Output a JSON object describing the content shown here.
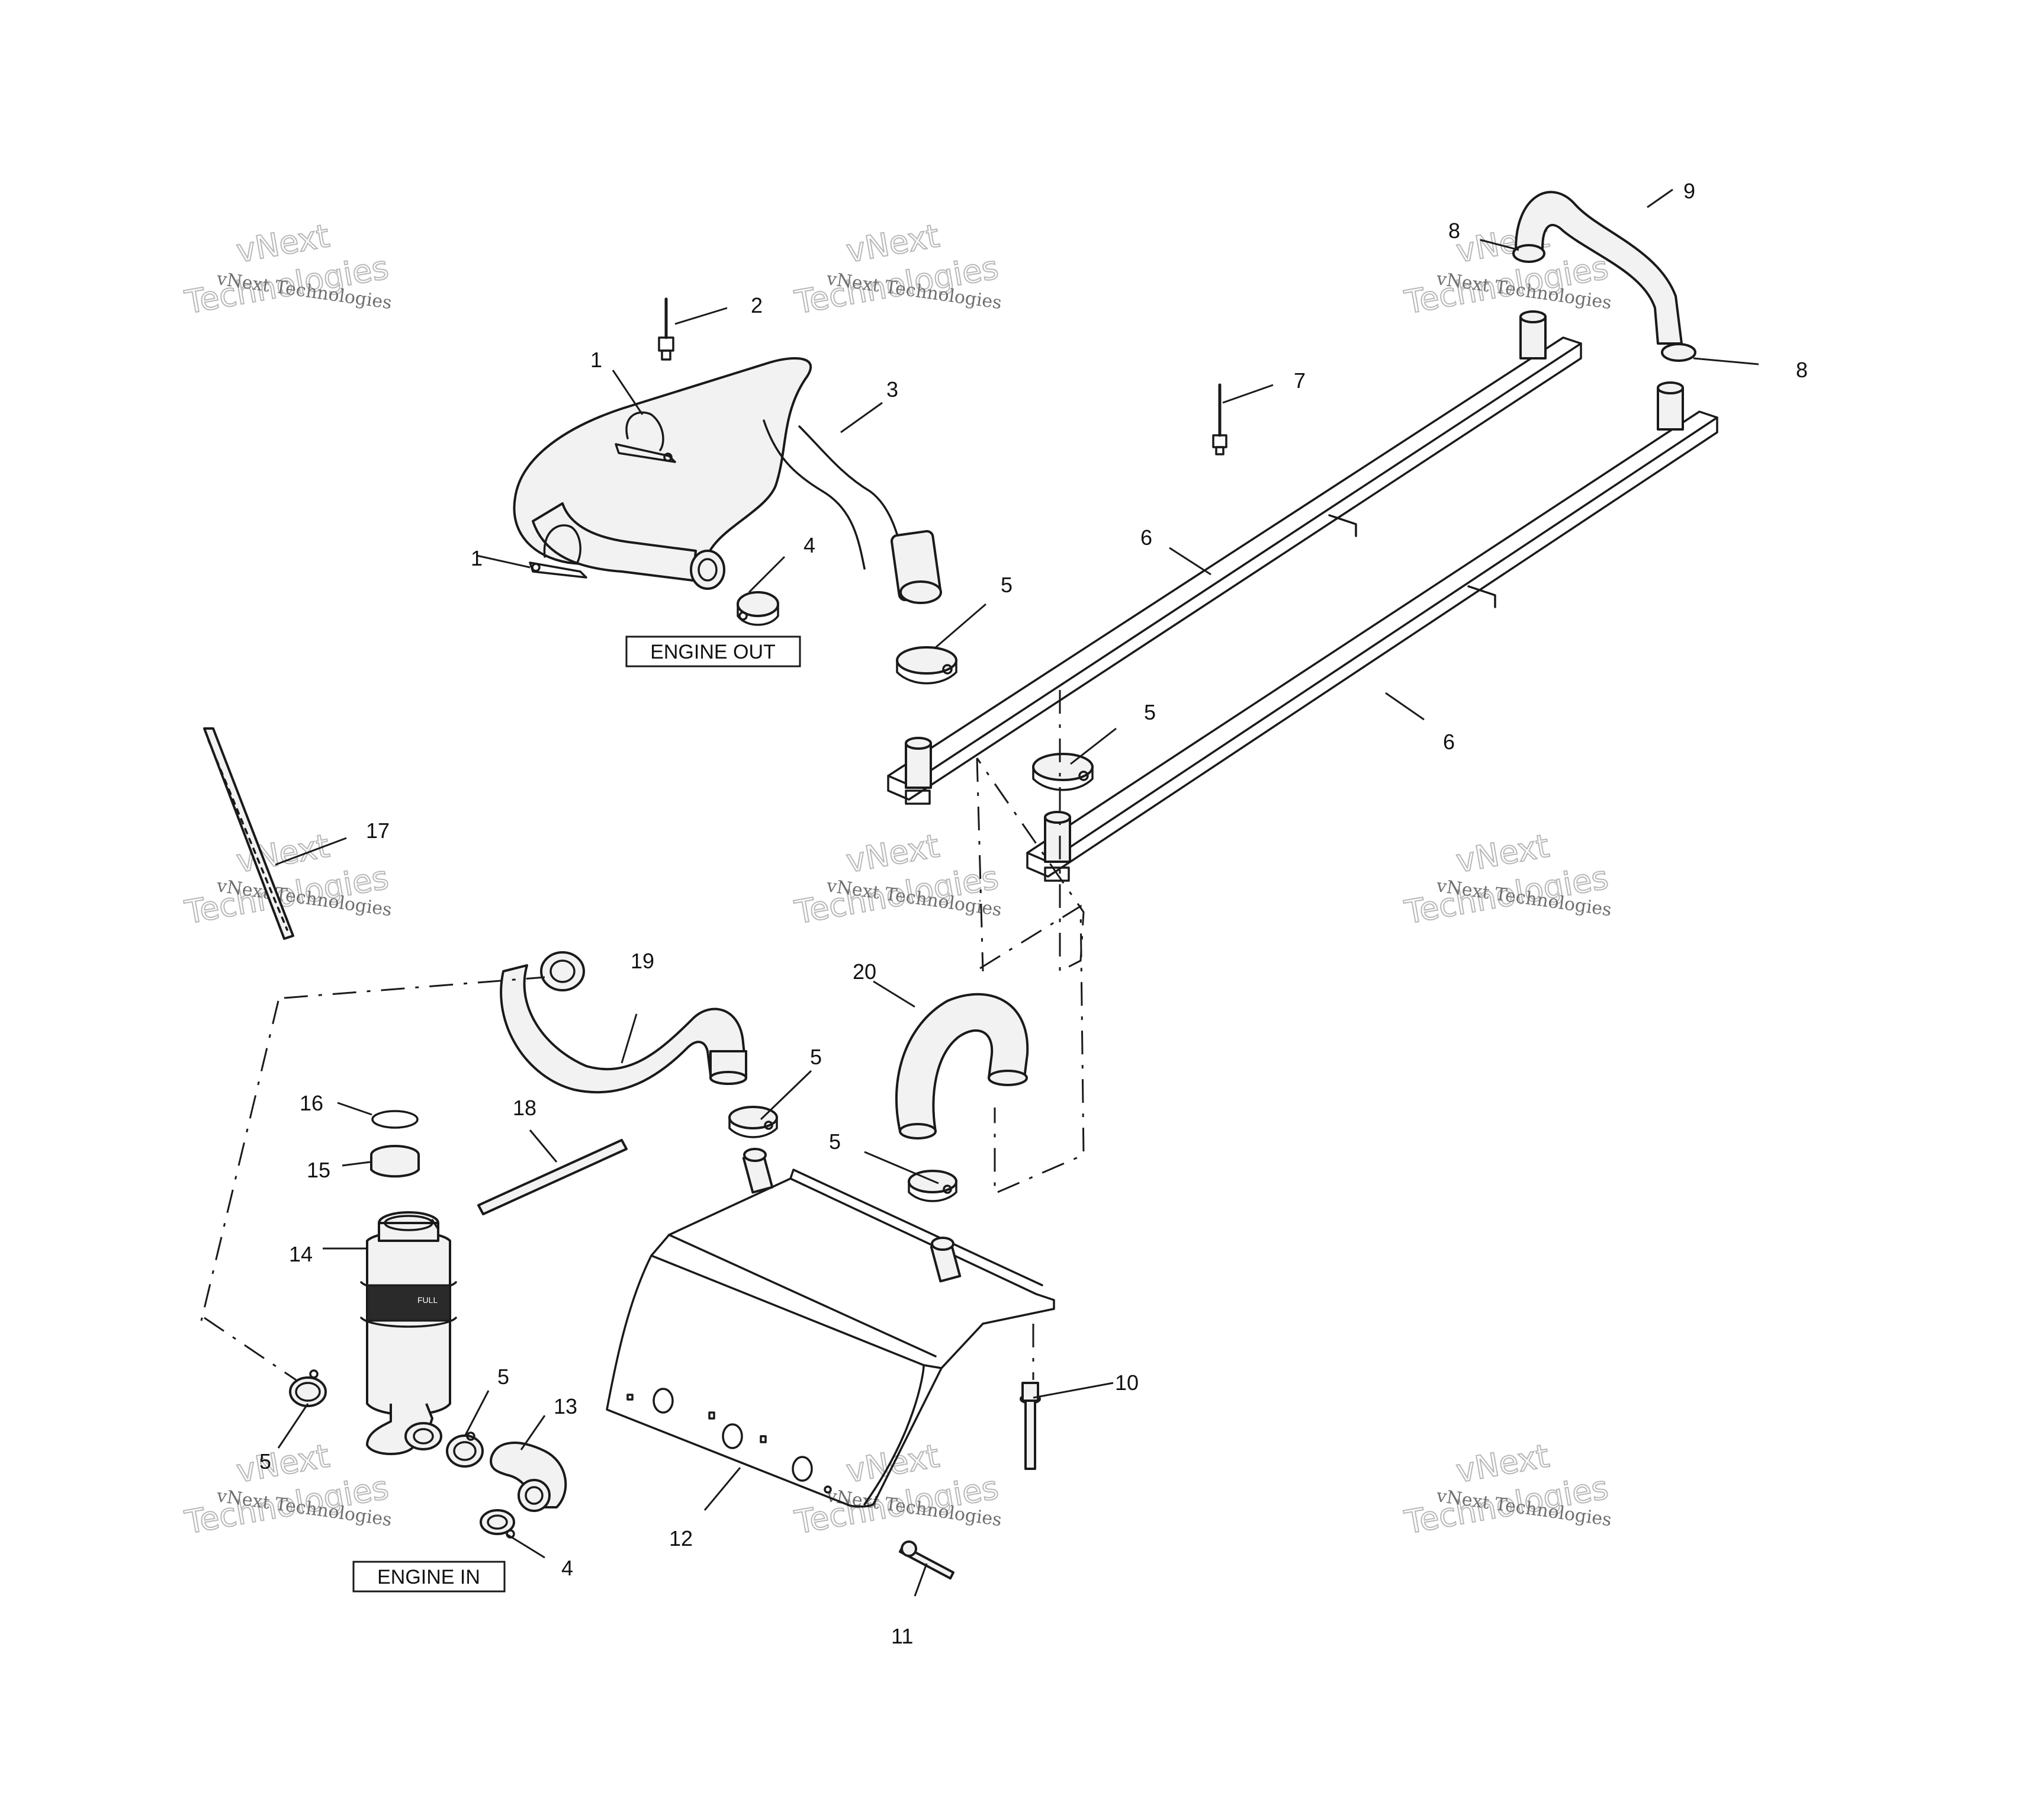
{
  "callouts": {
    "c1a": "1",
    "c1b": "1",
    "c2": "2",
    "c3": "3",
    "c4a": "4",
    "c4b": "4",
    "c5a": "5",
    "c5b": "5",
    "c5c": "5",
    "c5d": "5",
    "c5e": "5",
    "c5f": "5",
    "c6a": "6",
    "c6b": "6",
    "c7": "7",
    "c8a": "8",
    "c8b": "8",
    "c9": "9",
    "c10": "10",
    "c11": "11",
    "c12": "12",
    "c13": "13",
    "c14": "14",
    "c15": "15",
    "c16": "16",
    "c17": "17",
    "c18": "18",
    "c19": "19",
    "c20": "20"
  },
  "labels": {
    "engine_out": "ENGINE OUT",
    "engine_in": "ENGINE IN",
    "tank_marking": "FULL"
  },
  "watermark": {
    "name": "vNext Technologies",
    "big_top": "vNext",
    "big_bottom": "Technologies"
  },
  "colors": {
    "line": "#1a1a1a",
    "watermark": "#b8b8b8",
    "background": "#ffffff"
  }
}
